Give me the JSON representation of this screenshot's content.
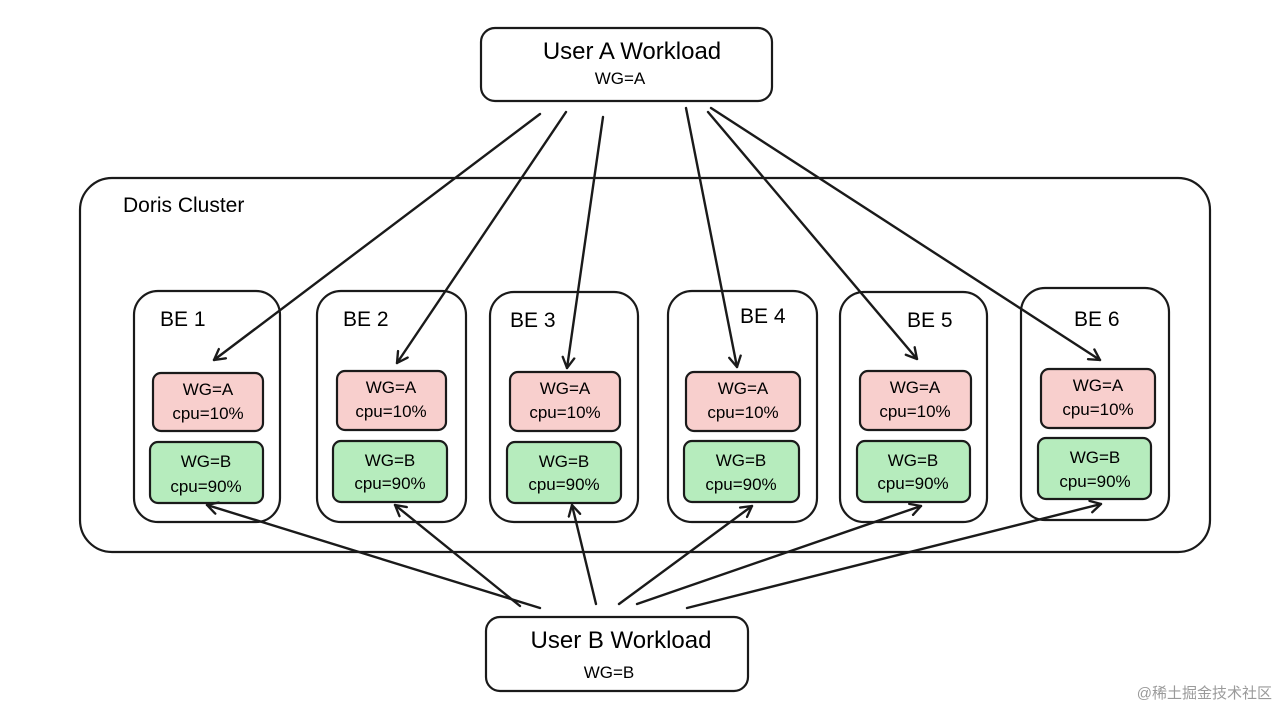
{
  "user_a": {
    "title": "User A Workload",
    "wg": "WG=A"
  },
  "user_b": {
    "title": "User B Workload",
    "wg": "WG=B"
  },
  "cluster": {
    "label": "Doris Cluster"
  },
  "backends": [
    {
      "name": "BE 1",
      "wg_a": {
        "wg": "WG=A",
        "cpu": "cpu=10%"
      },
      "wg_b": {
        "wg": "WG=B",
        "cpu": "cpu=90%"
      }
    },
    {
      "name": "BE 2",
      "wg_a": {
        "wg": "WG=A",
        "cpu": "cpu=10%"
      },
      "wg_b": {
        "wg": "WG=B",
        "cpu": "cpu=90%"
      }
    },
    {
      "name": "BE 3",
      "wg_a": {
        "wg": "WG=A",
        "cpu": "cpu=10%"
      },
      "wg_b": {
        "wg": "WG=B",
        "cpu": "cpu=90%"
      }
    },
    {
      "name": "BE 4",
      "wg_a": {
        "wg": "WG=A",
        "cpu": "cpu=10%"
      },
      "wg_b": {
        "wg": "WG=B",
        "cpu": "cpu=90%"
      }
    },
    {
      "name": "BE 5",
      "wg_a": {
        "wg": "WG=A",
        "cpu": "cpu=10%"
      },
      "wg_b": {
        "wg": "WG=B",
        "cpu": "cpu=90%"
      }
    },
    {
      "name": "BE 6",
      "wg_a": {
        "wg": "WG=A",
        "cpu": "cpu=10%"
      },
      "wg_b": {
        "wg": "WG=B",
        "cpu": "cpu=90%"
      }
    }
  ],
  "watermark": "@稀土掘金技术社区",
  "colors": {
    "wg_a_fill": "#f8cfcd",
    "wg_b_fill": "#b6ecbd",
    "stroke": "#1a1a1a"
  }
}
